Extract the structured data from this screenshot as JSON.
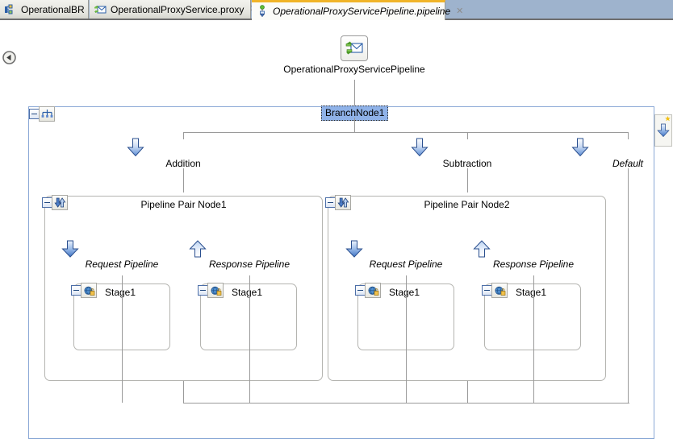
{
  "tabs": [
    {
      "label": "OperationalBR",
      "icon": "business-rule-icon",
      "active": false,
      "closable": true
    },
    {
      "label": "OperationalProxyService.proxy",
      "icon": "proxy-service-icon",
      "active": false,
      "closable": true
    },
    {
      "label": "OperationalProxyServicePipeline.pipeline",
      "icon": "pipeline-icon",
      "active": true,
      "closable": true
    }
  ],
  "canvas": {
    "collapse_panel_icon": "collapse-left-icon",
    "proxy_node": {
      "icon": "proxy-service-icon",
      "label": "OperationalProxyServicePipeline"
    },
    "branch_node": {
      "icon": "branch-node-icon",
      "collapse_icon": "minus-icon",
      "label": "BranchNode1",
      "selected": true,
      "branches": [
        {
          "label": "Addition",
          "icon": "down-arrow-icon",
          "italic": false
        },
        {
          "label": "Subtraction",
          "icon": "down-arrow-icon",
          "italic": false
        },
        {
          "label": "Default",
          "icon": "down-arrow-icon",
          "italic": true
        }
      ]
    },
    "pipeline_pairs": [
      {
        "title": "Pipeline Pair Node1",
        "icon": "pipeline-pair-icon",
        "collapse_icon": "minus-icon",
        "request": {
          "label": "Request Pipeline",
          "icon": "down-arrow-icon",
          "stage": {
            "label": "Stage1",
            "icon": "stage-icon",
            "collapse_icon": "minus-icon"
          }
        },
        "response": {
          "label": "Response Pipeline",
          "icon": "up-arrow-icon",
          "stage": {
            "label": "Stage1",
            "icon": "stage-icon",
            "collapse_icon": "minus-icon"
          }
        }
      },
      {
        "title": "Pipeline Pair Node2",
        "icon": "pipeline-pair-icon",
        "collapse_icon": "minus-icon",
        "request": {
          "label": "Request Pipeline",
          "icon": "down-arrow-icon",
          "stage": {
            "label": "Stage1",
            "icon": "stage-icon",
            "collapse_icon": "minus-icon"
          }
        },
        "response": {
          "label": "Response Pipeline",
          "icon": "up-arrow-icon",
          "stage": {
            "label": "Stage1",
            "icon": "stage-icon",
            "collapse_icon": "minus-icon"
          }
        }
      }
    ],
    "palette": {
      "icon": "down-arrow-icon",
      "badge_icon": "new-badge-icon"
    }
  },
  "colors": {
    "tabbar_bg": "#9eb3cd",
    "active_tab_accent": "#f0b428",
    "selection_blue": "#8fb2e8",
    "container_border": "#8aa8d6",
    "connector_gray": "#9a9a9a",
    "box_border": "#b4b4b0"
  }
}
